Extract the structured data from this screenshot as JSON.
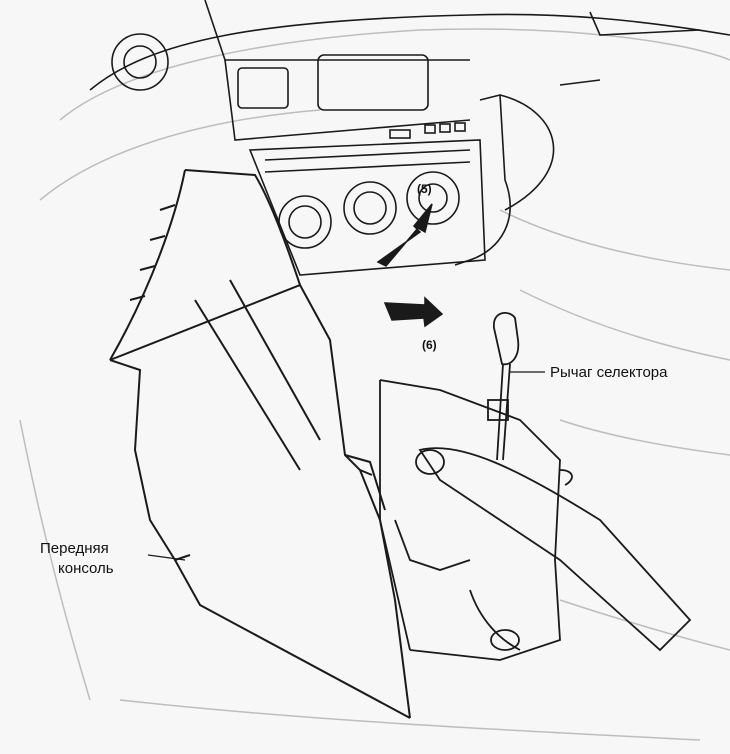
{
  "labels": {
    "selector_lever": "Рычаг селектора",
    "front_console_line1": "Передняя",
    "front_console_line2": "консоль"
  },
  "callouts": {
    "step5": "(5)",
    "step6": "(6)"
  },
  "colors": {
    "line": "#1a1a1a",
    "faint": "#bdbdbd",
    "background": "#f7f7f7"
  }
}
